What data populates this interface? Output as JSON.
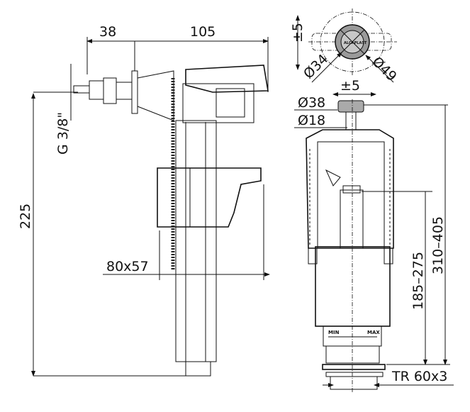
{
  "fill_valve": {
    "dim_38": "38",
    "dim_105": "105",
    "thread": "G 3/8\"",
    "height": "225",
    "float_size": "80x57"
  },
  "flush_valve": {
    "top_view": {
      "tolerance_v": "±5",
      "dia_inner": "Ø34",
      "dia_outer": "Ø49",
      "logo": "ALCAPLAST"
    },
    "tolerance_h": "±5",
    "button_dia": "Ø38",
    "stem_dia": "Ø18",
    "range_1": "185–275",
    "range_2": "310–405",
    "thread": "TR 60x3",
    "scale_min": "MIN",
    "scale_max": "MAX"
  },
  "colors": {
    "line": "#111111",
    "fill_gray": "#cfcfcf",
    "dark": "#333333"
  }
}
